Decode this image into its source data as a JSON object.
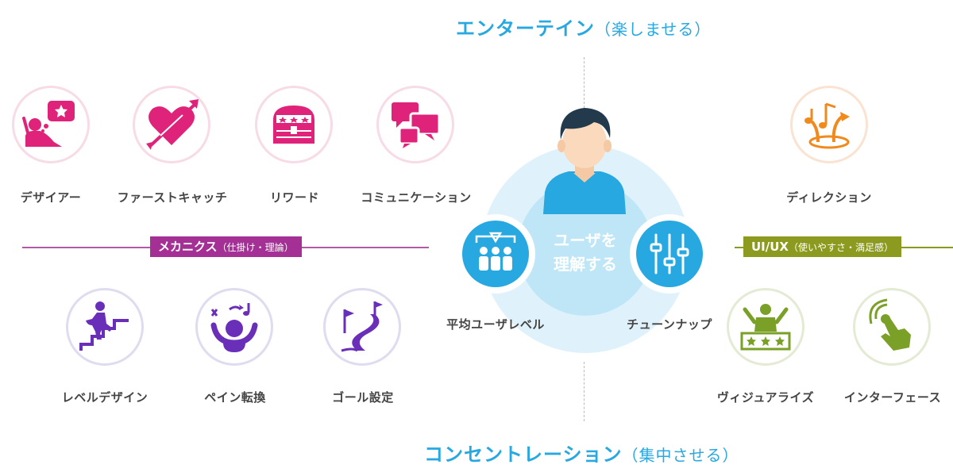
{
  "axes": {
    "top": {
      "main": "エンターテイン",
      "sub": "（楽しませる）"
    },
    "bottom": {
      "main": "コンセントレーション",
      "sub": "（集中させる）"
    },
    "left": {
      "main": "メカニクス",
      "sub": "（仕掛け・理論）"
    },
    "right": {
      "main": "UI/UX",
      "sub": "（使いやすさ・満足感）"
    }
  },
  "center": {
    "line1": "ユーザを",
    "line2": "理解する",
    "left_label": "平均ユーザレベル",
    "right_label": "チューンナップ"
  },
  "items": {
    "designer": "デザイアー",
    "first_catch": "ファーストキャッチ",
    "reward": "リワード",
    "communication": "コミュニケーション",
    "direction": "ディレクション",
    "level_design": "レベルデザイン",
    "pain_shift": "ペイン転換",
    "goal_setting": "ゴール設定",
    "visualize": "ヴィジュアライズ",
    "interface": "インターフェース"
  },
  "colors": {
    "axis_blue": "#27a8e0",
    "mechanics": "#a42f95",
    "uiux": "#8c9a20",
    "pink_icon": "#e0237a",
    "purple_icon": "#6a2fb8",
    "orange_icon": "#f08a1c",
    "green_icon": "#7aa028"
  },
  "icons": {
    "designer": "thought-bubble-star-icon",
    "first_catch": "heart-arrow-icon",
    "reward": "treasure-chest-icon",
    "communication": "chat-bubbles-icon",
    "direction": "music-notes-arrow-icon",
    "level_design": "stairs-climber-icon",
    "pain_shift": "stressed-person-icon",
    "goal_setting": "flag-path-icon",
    "visualize": "rating-person-icon",
    "interface": "touch-hand-icon",
    "average": "group-people-icon",
    "tuneup": "sliders-icon",
    "user": "user-avatar-icon"
  }
}
